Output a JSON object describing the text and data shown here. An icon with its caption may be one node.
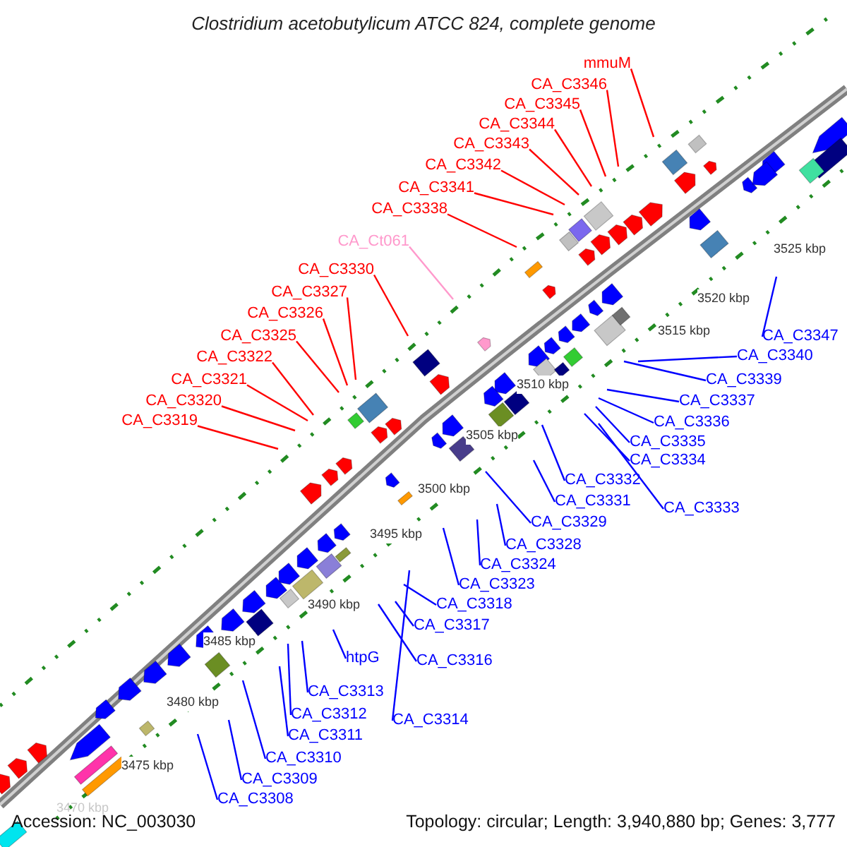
{
  "diagram": {
    "title": "Clostridium acetobutylicum ATCC 824, complete genome",
    "nodes": [
      {
        "text": [
          "mmuM"
        ]
      },
      {
        "text": [
          "CA_C3346"
        ]
      },
      {
        "text": [
          "CA_C3345"
        ]
      },
      {
        "text": [
          "CA_C3344"
        ]
      },
      {
        "text": [
          "CA_C3343"
        ]
      },
      {
        "text": [
          "CA_C3342"
        ]
      },
      {
        "text": [
          "CA_C3341"
        ]
      },
      {
        "text": [
          "CA_C3338"
        ]
      },
      {
        "text": [
          "CA_Ct061"
        ]
      },
      {
        "text": [
          "CA_C3330"
        ]
      },
      {
        "text": [
          "CA_C3327"
        ]
      },
      {
        "text": [
          "CA_C3326"
        ]
      },
      {
        "text": [
          "CA_C3325"
        ]
      },
      {
        "text": [
          "CA_C3322"
        ]
      },
      {
        "text": [
          "CA_C3321"
        ]
      },
      {
        "text": [
          "CA_C3320"
        ]
      },
      {
        "text": [
          "CA_C3319"
        ]
      },
      {
        "text": [
          "CA_C3347"
        ]
      },
      {
        "text": [
          "CA_C3340"
        ]
      },
      {
        "text": [
          "CA_C3339"
        ]
      },
      {
        "text": [
          "CA_C3337"
        ]
      },
      {
        "text": [
          "CA_C3336"
        ]
      },
      {
        "text": [
          "CA_C3335"
        ]
      },
      {
        "text": [
          "CA_C3334"
        ]
      },
      {
        "text": [
          "CA_C3332"
        ]
      },
      {
        "text": [
          "CA_C3331"
        ]
      },
      {
        "text": [
          "CA_C3333"
        ]
      },
      {
        "text": [
          "CA_C3329"
        ]
      },
      {
        "text": [
          "CA_C3328"
        ]
      },
      {
        "text": [
          "CA_C3324"
        ]
      },
      {
        "text": [
          "CA_C3323"
        ]
      },
      {
        "text": [
          "CA_C3318"
        ]
      },
      {
        "text": [
          "CA_C3317"
        ]
      },
      {
        "text": [
          "htpG"
        ]
      },
      {
        "text": [
          "CA_C3316"
        ]
      },
      {
        "text": [
          "CA_C3313"
        ]
      },
      {
        "text": [
          "CA_C3312"
        ]
      },
      {
        "text": [
          "CA_C3314"
        ]
      },
      {
        "text": [
          "CA_C3311"
        ]
      },
      {
        "text": [
          "CA_C3310"
        ]
      },
      {
        "text": [
          "CA_C3309"
        ]
      },
      {
        "text": [
          "CA_C3308"
        ]
      }
    ],
    "edges": [
      {
        "from": 0,
        "to": null,
        "arrow": "none",
        "color": "#ff0000"
      },
      {
        "from": 1,
        "to": null,
        "arrow": "none",
        "color": "#ff0000"
      },
      {
        "from": 2,
        "to": null,
        "arrow": "none",
        "color": "#ff0000"
      },
      {
        "from": 3,
        "to": null,
        "arrow": "none",
        "color": "#ff0000"
      },
      {
        "from": 4,
        "to": null,
        "arrow": "none",
        "color": "#ff0000"
      },
      {
        "from": 5,
        "to": null,
        "arrow": "none",
        "color": "#ff0000"
      },
      {
        "from": 6,
        "to": null,
        "arrow": "none",
        "color": "#ff0000"
      },
      {
        "from": 7,
        "to": null,
        "arrow": "none",
        "color": "#ff0000"
      },
      {
        "from": 8,
        "to": null,
        "arrow": "none",
        "color": "#ff99cc"
      },
      {
        "from": 9,
        "to": null,
        "arrow": "none",
        "color": "#ff0000"
      },
      {
        "from": 10,
        "to": null,
        "arrow": "none",
        "color": "#ff0000"
      },
      {
        "from": 11,
        "to": null,
        "arrow": "none",
        "color": "#ff0000"
      },
      {
        "from": 12,
        "to": null,
        "arrow": "none",
        "color": "#ff0000"
      },
      {
        "from": 13,
        "to": null,
        "arrow": "none",
        "color": "#ff0000"
      },
      {
        "from": 14,
        "to": null,
        "arrow": "none",
        "color": "#ff0000"
      },
      {
        "from": 15,
        "to": null,
        "arrow": "none",
        "color": "#ff0000"
      },
      {
        "from": 16,
        "to": null,
        "arrow": "none",
        "color": "#ff0000"
      },
      {
        "from": 17,
        "to": null,
        "arrow": "none"
      },
      {
        "from": 18,
        "to": null,
        "arrow": "none"
      },
      {
        "from": 19,
        "to": null,
        "arrow": "none"
      },
      {
        "from": 20,
        "to": null,
        "arrow": "none"
      },
      {
        "from": 21,
        "to": null,
        "arrow": "none"
      },
      {
        "from": 22,
        "to": null,
        "arrow": "none"
      },
      {
        "from": 23,
        "to": null,
        "arrow": "none"
      },
      {
        "from": 24,
        "to": null,
        "arrow": "none"
      },
      {
        "from": 25,
        "to": null,
        "arrow": "none"
      },
      {
        "from": 26,
        "to": null,
        "arrow": "none"
      },
      {
        "from": 27,
        "to": null,
        "arrow": "none"
      },
      {
        "from": 28,
        "to": null,
        "arrow": "none"
      },
      {
        "from": 29,
        "to": null,
        "arrow": "none"
      },
      {
        "from": 30,
        "to": null,
        "arrow": "none"
      },
      {
        "from": 31,
        "to": null,
        "arrow": "none"
      },
      {
        "from": 32,
        "to": null,
        "arrow": "none"
      },
      {
        "from": 33,
        "to": null,
        "arrow": "none"
      },
      {
        "from": 34,
        "to": null,
        "arrow": "none"
      },
      {
        "from": 35,
        "to": null,
        "arrow": "none"
      },
      {
        "from": 36,
        "to": null,
        "arrow": "none"
      },
      {
        "from": 37,
        "to": null,
        "arrow": "none"
      },
      {
        "from": 38,
        "to": null,
        "arrow": "none"
      },
      {
        "from": 39,
        "to": null,
        "arrow": "none"
      },
      {
        "from": 40,
        "to": null,
        "arrow": "none"
      },
      {
        "from": 41,
        "to": null,
        "arrow": "none"
      }
    ],
    "labels": [
      "3525 kbp",
      "3520 kbp",
      "3515 kbp",
      "3510 kbp",
      "3505 kbp",
      "3500 kbp",
      "3495 kbp",
      "3490 kbp",
      "3485 kbp",
      "3480 kbp",
      "3475 kbp",
      "3470 kbp",
      "Accession: NC_003030",
      "Topology: circular; Length: 3,940,880 bp; Genes: 3,777"
    ]
  }
}
